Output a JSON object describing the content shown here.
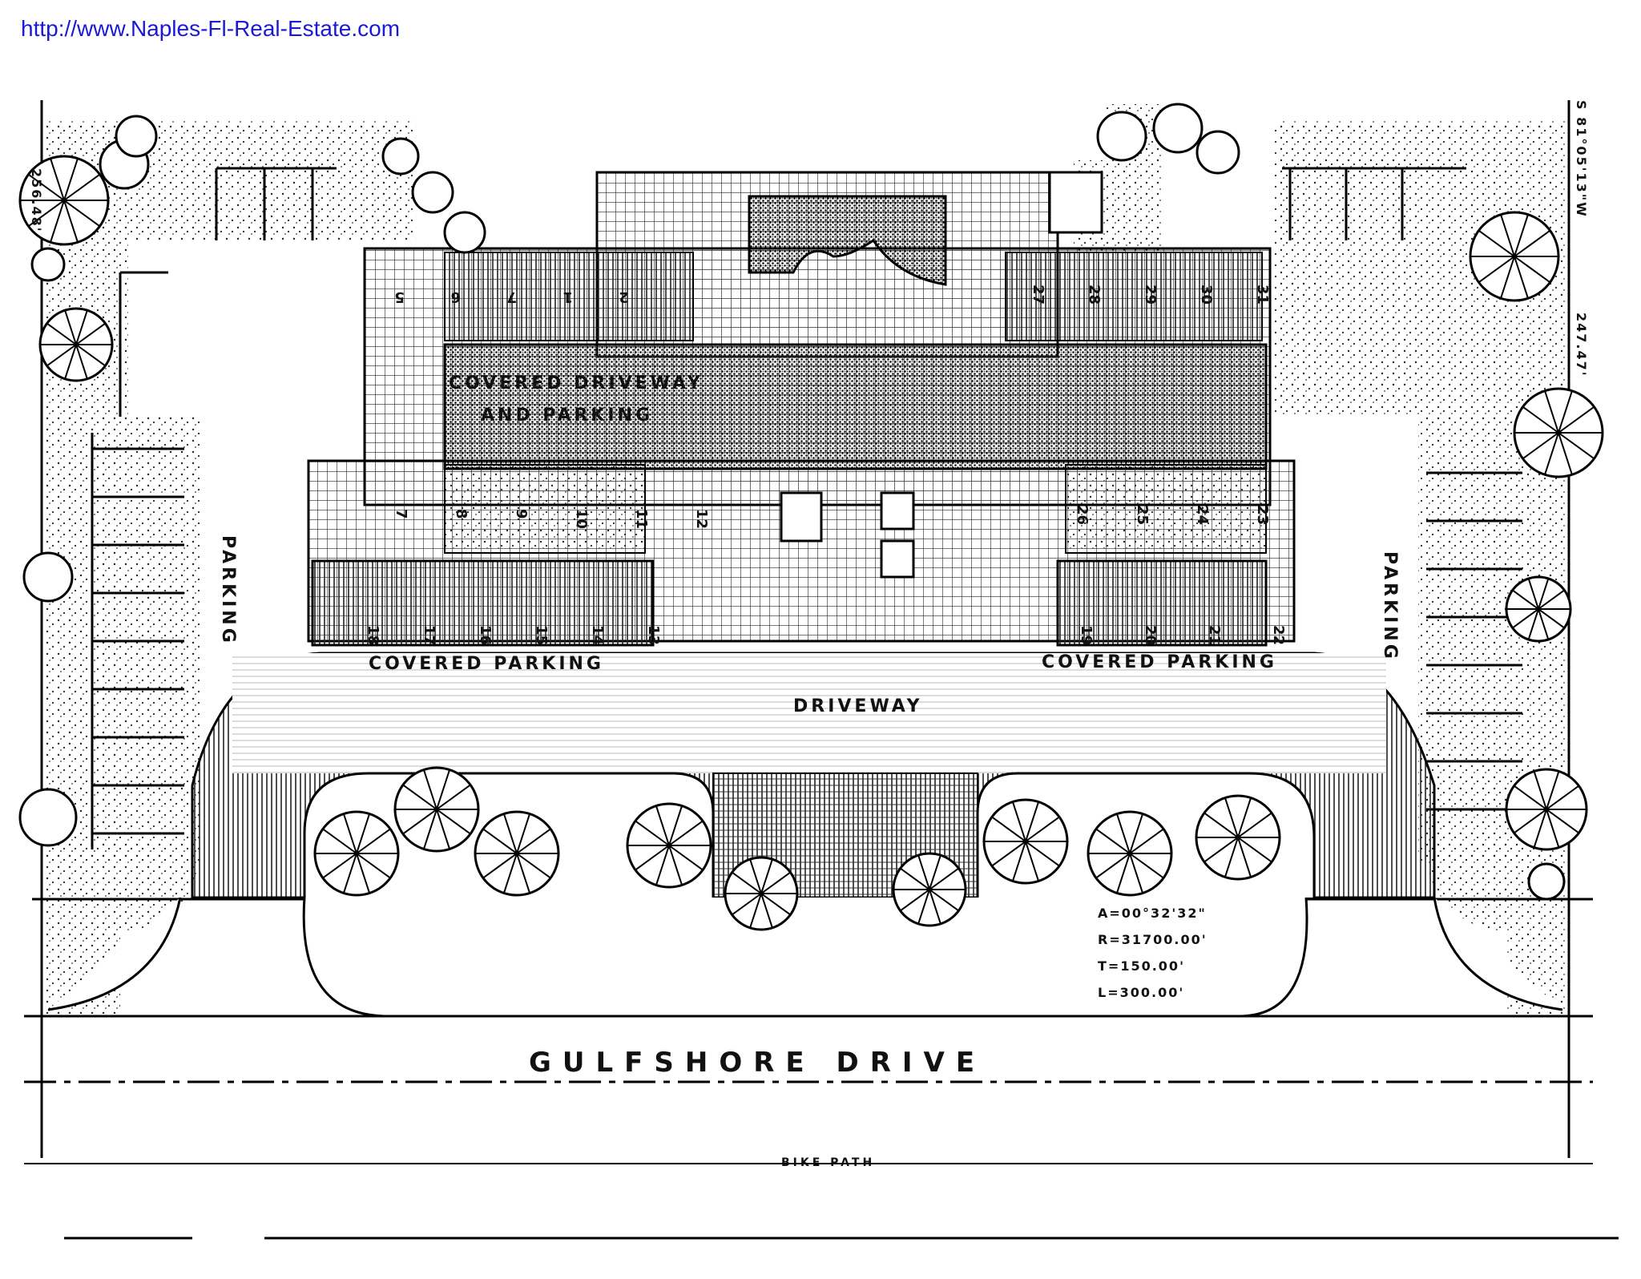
{
  "source_url": "http://www.Naples-Fl-Real-Estate.com",
  "labels": {
    "parking_left": "PARKING",
    "parking_right": "PARKING",
    "covered_driveway_line1": "COVERED DRIVEWAY",
    "covered_driveway_line2": "AND PARKING",
    "covered_parking_left": "COVERED PARKING",
    "covered_parking_right": "COVERED PARKING",
    "driveway": "DRIVEWAY",
    "road": "GULFSHORE DRIVE",
    "bike_path": "BIKE PATH"
  },
  "curve_data": [
    "A=00°32'32\"",
    "R=31700.00'",
    "T=150.00'",
    "L=300.00'"
  ],
  "dimensions": {
    "left_boundary": "256.48'",
    "right_boundary": "247.47'",
    "bearing": "S 81°05'13\"W"
  },
  "space_numbers": {
    "top_left": [
      "5",
      "6",
      "7",
      "1",
      "2"
    ],
    "top_right": [
      "27",
      "28",
      "29",
      "30",
      "31"
    ],
    "mid_left": [
      "7",
      "8",
      "9",
      "10",
      "11",
      "12"
    ],
    "mid_right": [
      "26",
      "25",
      "24",
      "23"
    ],
    "bottom_left": [
      "18",
      "17",
      "16",
      "15",
      "14",
      "13"
    ],
    "bottom_right": [
      "19",
      "20",
      "21",
      "22"
    ]
  }
}
